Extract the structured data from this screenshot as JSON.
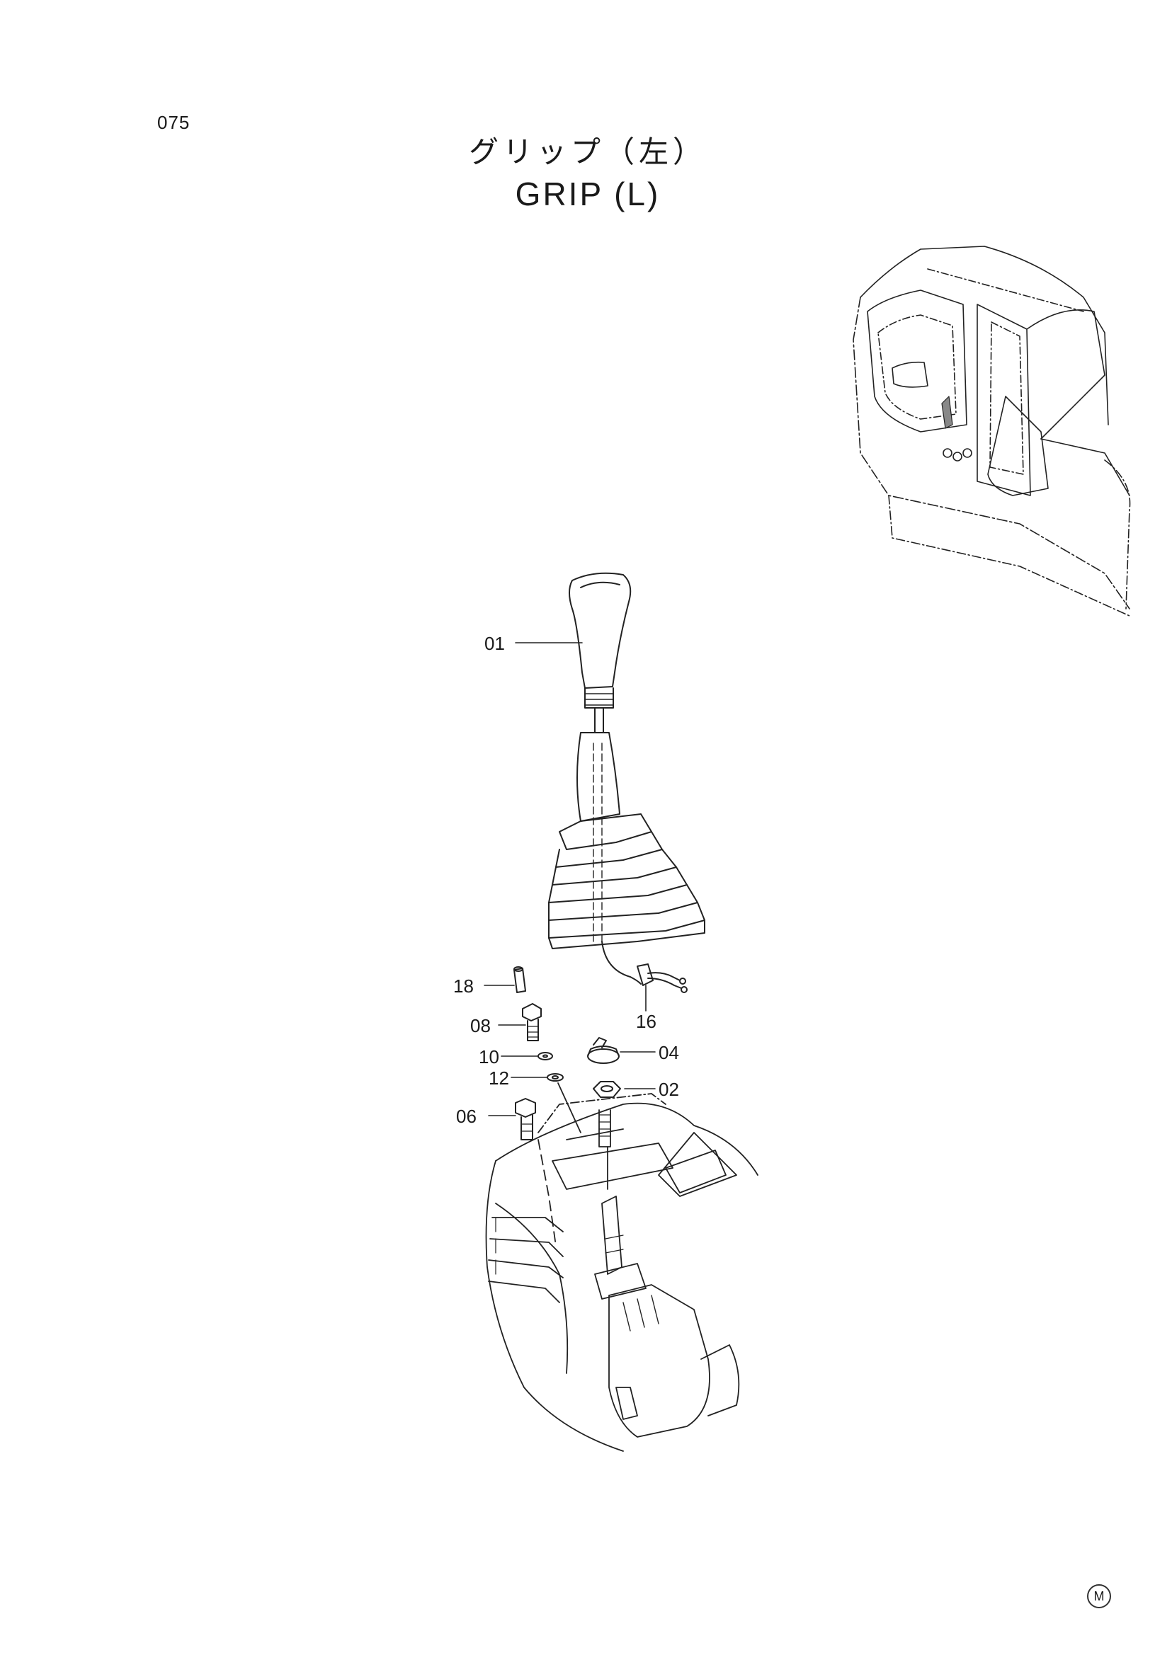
{
  "page": {
    "number": "075"
  },
  "title": {
    "japanese": "グリップ（左）",
    "english": "GRIP (L)"
  },
  "callouts": [
    {
      "id": "01",
      "label": "01",
      "part": "grip"
    },
    {
      "id": "02",
      "label": "02",
      "part": "nut"
    },
    {
      "id": "04",
      "label": "04",
      "part": "cap"
    },
    {
      "id": "06",
      "label": "06",
      "part": "bolt"
    },
    {
      "id": "08",
      "label": "08",
      "part": "bolt"
    },
    {
      "id": "10",
      "label": "10",
      "part": "washer"
    },
    {
      "id": "12",
      "label": "12",
      "part": "washer"
    },
    {
      "id": "16",
      "label": "16",
      "part": "harness clip"
    },
    {
      "id": "18",
      "label": "18",
      "part": "pin"
    }
  ],
  "footer": {
    "mark": "M"
  }
}
